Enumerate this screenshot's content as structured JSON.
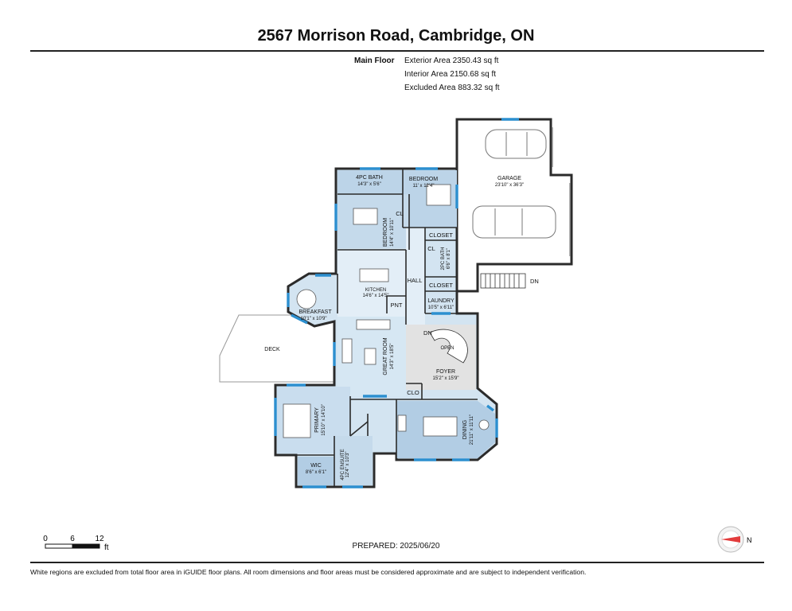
{
  "title": "2567 Morrison Road, Cambridge, ON",
  "floor": {
    "name": "Main Floor",
    "exterior_area": "Exterior Area 2350.43 sq ft",
    "interior_area": "Interior Area 2150.68 sq ft",
    "excluded_area": "Excluded Area 883.32 sq ft"
  },
  "rooms": {
    "garage": {
      "name": "GARAGE",
      "dims": "23'10\" x 36'3\""
    },
    "bedroom_top": {
      "name": "BEDROOM",
      "dims": "11' x 12'4\""
    },
    "bath4": {
      "name": "4PC BATH",
      "dims": "14'3\" x 5'6\""
    },
    "bedroom2": {
      "name": "BEDROOM",
      "dims": "14'4\" x 10'11\""
    },
    "cl_a": {
      "name": "CL"
    },
    "closet_a": {
      "name": "CLOSET"
    },
    "cl_b": {
      "name": "CL"
    },
    "bath2": {
      "name": "2PC BATH",
      "dims": "6'6\" x 8'1\""
    },
    "closet_b": {
      "name": "CLOSET"
    },
    "hall": {
      "name": "HALL"
    },
    "kitchen": {
      "name": "KITCHEN",
      "dims": "14'6\" x 14'5\""
    },
    "laundry": {
      "name": "LAUNDRY",
      "dims": "10'5\" x 6'11\""
    },
    "breakfast": {
      "name": "BREAKFAST",
      "dims": "10'1\" x 10'9\""
    },
    "pnt": {
      "name": "PNT"
    },
    "deck": {
      "name": "DECK"
    },
    "great_room": {
      "name": "GREAT ROOM",
      "dims": "14'3\" x 18'5\""
    },
    "foyer": {
      "name": "FOYER",
      "dims": "15'2\" x 15'9\""
    },
    "clo": {
      "name": "CLO"
    },
    "primary": {
      "name": "PRIMARY",
      "dims": "15'10\" x 14'10\""
    },
    "dining": {
      "name": "DINING",
      "dims": "21'11\" x 11'11\""
    },
    "wic": {
      "name": "WIC",
      "dims": "8'6\" x 6'1\""
    },
    "ensuite": {
      "name": "4PC ENSUITE",
      "dims": "12'4\" x 10'3\""
    }
  },
  "stair_labels": {
    "dn_garage": "DN",
    "dn_foyer": "DN",
    "open": "OPEN"
  },
  "scale_bar": {
    "tick0": "0",
    "tick1": "6",
    "tick2": "12",
    "unit": "ft"
  },
  "compass": {
    "label": "N"
  },
  "prepared": "PREPARED: 2025/06/20",
  "disclaimer": "White regions are excluded from total floor area in iGUIDE floor plans. All room dimensions and floor areas must be considered approximate and are subject to independent verification.",
  "colors": {
    "room_fill": "#d3e4f1",
    "room_fill_dark": "#b2cde4",
    "wall": "#2b2b2b",
    "window": "#2c8fcf",
    "foyer_fill": "#e2e2e2",
    "compass_red": "#e23b3b"
  }
}
